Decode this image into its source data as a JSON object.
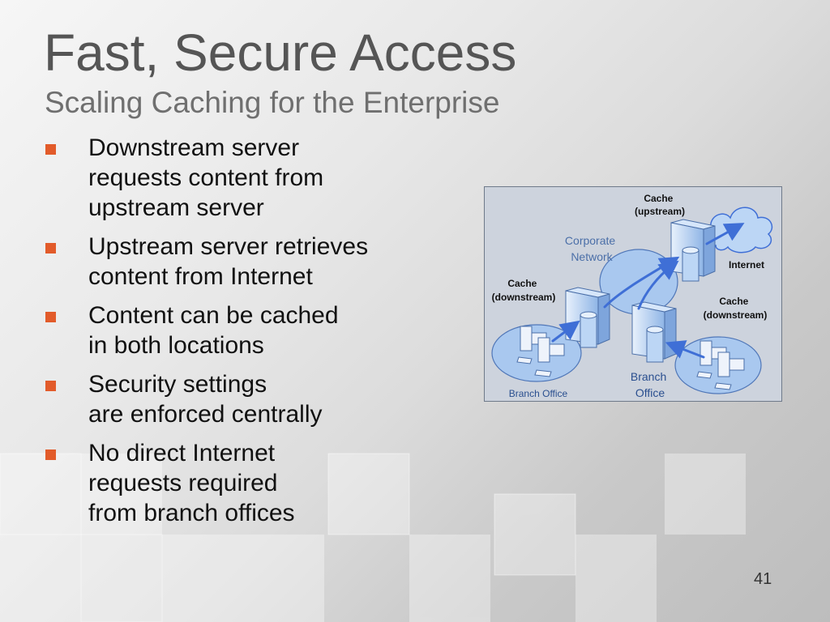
{
  "slide": {
    "title": "Fast, Secure Access",
    "subtitle": "Scaling Caching for the Enterprise",
    "page_number": "41",
    "accent_color": "#e25b2a"
  },
  "bullets": [
    "Downstream server\nrequests content from\nupstream server",
    "Upstream server retrieves\ncontent from Internet",
    "Content can be cached\nin both locations",
    "Security settings\nare enforced centrally",
    "No direct Internet\nrequests required\nfrom branch offices"
  ],
  "diagram": {
    "cache_upstream": [
      "Cache",
      "(upstream)"
    ],
    "corporate_network": [
      "Corporate",
      "Network"
    ],
    "internet": "Internet",
    "cache_downstream_left": [
      "Cache",
      "(downstream)"
    ],
    "cache_downstream_right": [
      "Cache",
      "(downstream)"
    ],
    "branch_office_left": "Branch Office",
    "branch_office_right": [
      "Branch",
      "Office"
    ],
    "colors": {
      "panel": "#cdd3dd",
      "network_fill": "#a9c8ef",
      "arrow": "#3f6fd6",
      "server_fill": "#bcd6f5"
    }
  }
}
